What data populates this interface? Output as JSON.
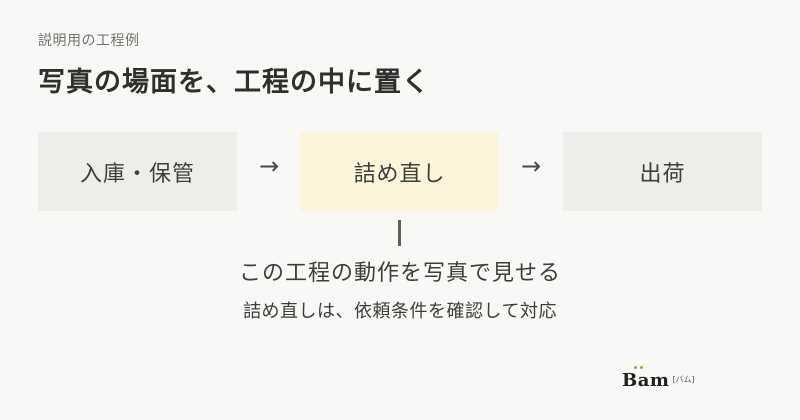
{
  "caption": "説明用の工程例",
  "heading": "写真の場面を、工程の中に置く",
  "flow": {
    "steps": [
      {
        "label": "入庫・保管"
      },
      {
        "label": "詰め直し"
      },
      {
        "label": "出荷"
      }
    ],
    "arrow_glyph": "→"
  },
  "focus": {
    "main": "この工程の動作を写真で見せる",
    "sub": "詰め直しは、依頼条件を確認して対応"
  },
  "logo": {
    "mark": "Bam",
    "tag": "[バム]"
  },
  "colors": {
    "background": "#f8f8f6",
    "step_box": "#eceee7",
    "highlight_box": "#fdf4dc",
    "logo_dots": "#6fbf3a"
  }
}
